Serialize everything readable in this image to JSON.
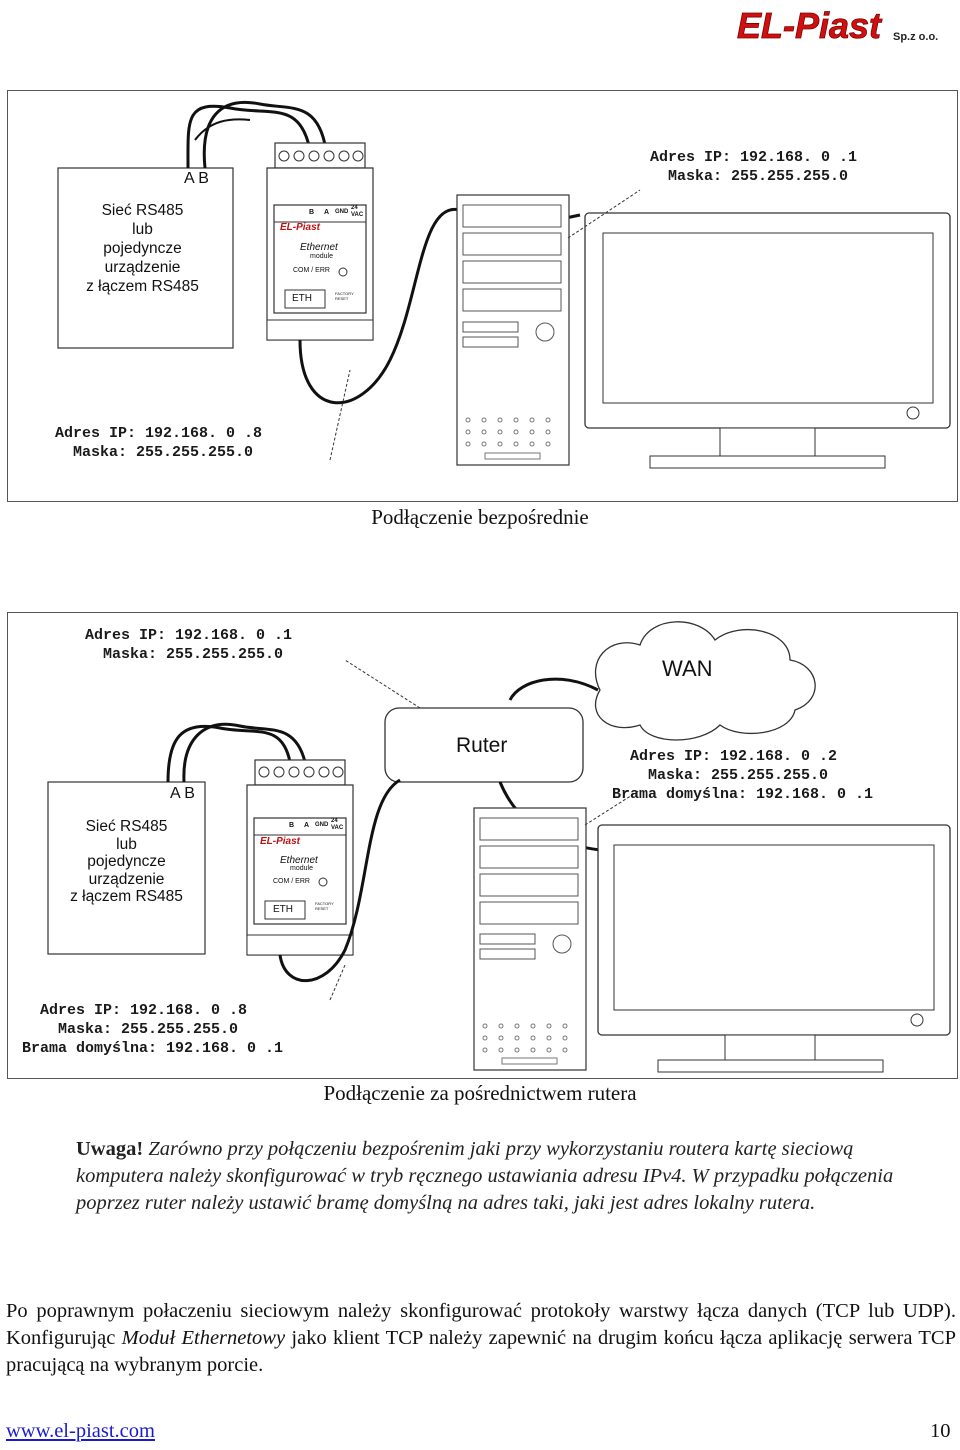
{
  "header": {
    "logo_text": "EL-Piast",
    "logo_suffix": "Sp.z o.o."
  },
  "diagram1": {
    "caption": "Podłączenie bezpośrednie",
    "pc_ip": "Adres IP: 192.168. 0 .1\n  Maska: 255.255.255.0",
    "module_ip": "Adres IP: 192.168. 0 .8\n  Maska: 255.255.255.0",
    "device_label": "Sieć RS485\nlub\npojedyncze\nurządzenie\nz łączem RS485",
    "ab_label": "A B",
    "module": {
      "brand": "EL-Piast",
      "name": "Ethernet",
      "sub": "module",
      "com": "COM / ERR",
      "eth": "ETH",
      "term_b": "B",
      "term_a": "A",
      "term_gnd": "GND",
      "term_24": "24\nVAC",
      "reset": "FACTORY\nRESET"
    }
  },
  "diagram2": {
    "caption": "Podłączenie za pośrednictwem rutera",
    "router_ip": "Adres IP: 192.168. 0 .1\n  Maska: 255.255.255.0",
    "pc_ip": "  Adres IP: 192.168. 0 .2\n    Maska: 255.255.255.0\nBrama domyślna: 192.168. 0 .1",
    "module_ip": "  Adres IP: 192.168. 0 .8\n    Maska: 255.255.255.0\nBrama domyślna: 192.168. 0 .1",
    "wan": "WAN",
    "router": "Ruter",
    "device_label": "Sieć RS485\nlub\npojedyncze urządzenie\nz łączem RS485",
    "ab_label": "A B",
    "module": {
      "brand": "EL-Piast",
      "name": "Ethernet",
      "sub": "module",
      "com": "COM / ERR",
      "eth": "ETH",
      "term_b": "B",
      "term_a": "A",
      "term_gnd": "GND",
      "term_24": "24\nVAC",
      "reset": "FACTORY\nRESET"
    }
  },
  "note": {
    "bold": "Uwaga!",
    "text": " Zarówno przy połączeniu bezpośrenim jaki przy wykorzystaniu routera kartę sieciową komputera należy skonfigurować w tryb ręcznego ustawiania adresu IPv4. W przypadku połączenia poprzez ruter należy ustawić bramę domyślną na adres taki, jaki jest adres lokalny rutera."
  },
  "paragraph": {
    "part1": "Po poprawnym połaczeniu sieciowym należy skonfigurować protokoły warstwy łącza danych (TCP lub UDP). Konfigurując ",
    "italic": "Moduł Ethernetowy",
    "part2": " jako klient TCP należy zapewnić na drugim końcu łącza aplikację serwera TCP pracującą na wybranym porcie."
  },
  "footer": {
    "url": "www.el-piast.com",
    "page": "10"
  }
}
